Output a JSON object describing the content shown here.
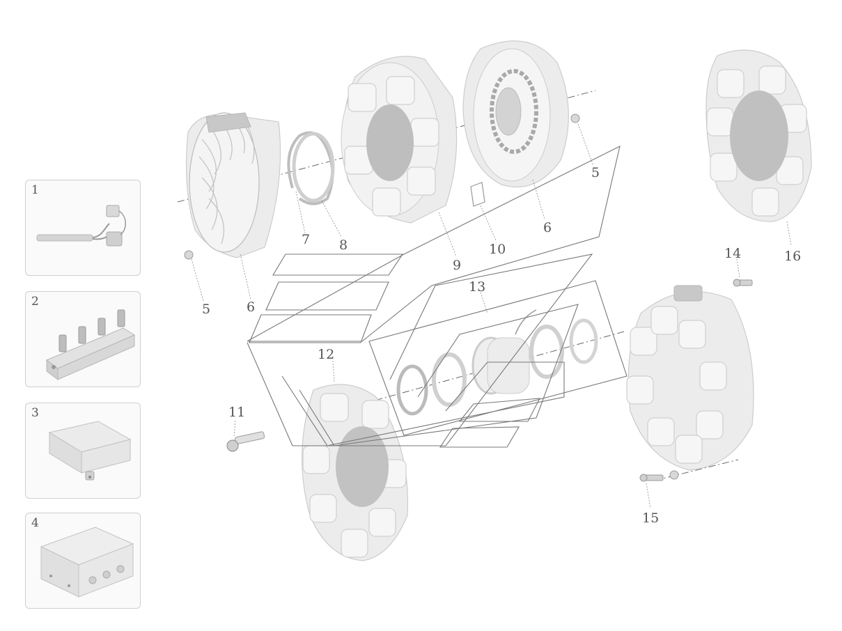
{
  "panels": [
    {
      "number": "1",
      "icon": "wiring-plug-icon"
    },
    {
      "number": "2",
      "icon": "terminal-block-icon"
    },
    {
      "number": "3",
      "icon": "control-module-icon"
    },
    {
      "number": "4",
      "icon": "junction-box-icon"
    }
  ],
  "callouts": {
    "c5a": "5",
    "c6a": "6",
    "c7": "7",
    "c8": "8",
    "c9": "9",
    "c10": "10",
    "c6b": "6",
    "c5b": "5",
    "c14": "14",
    "c16": "16",
    "c13": "13",
    "c12": "12",
    "c11": "11",
    "c15": "15"
  }
}
